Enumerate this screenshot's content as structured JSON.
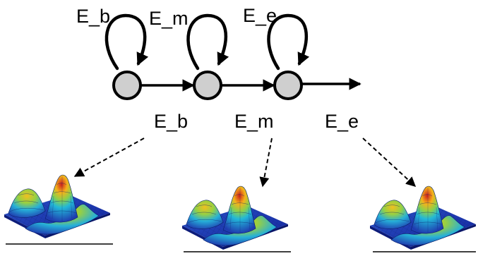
{
  "colors": {
    "node_fill": "#cfcfcf",
    "stroke": "#000000",
    "background": "#ffffff"
  },
  "states": [
    {
      "loop_label": "E_b",
      "emission_label": "E_b"
    },
    {
      "loop_label": "E_m",
      "emission_label": "E_m"
    },
    {
      "loop_label": "E_e",
      "emission_label": "E_e"
    }
  ],
  "emission_plots": [
    {
      "kind": "3d-surface-plot"
    },
    {
      "kind": "3d-surface-plot"
    },
    {
      "kind": "3d-surface-plot"
    }
  ]
}
